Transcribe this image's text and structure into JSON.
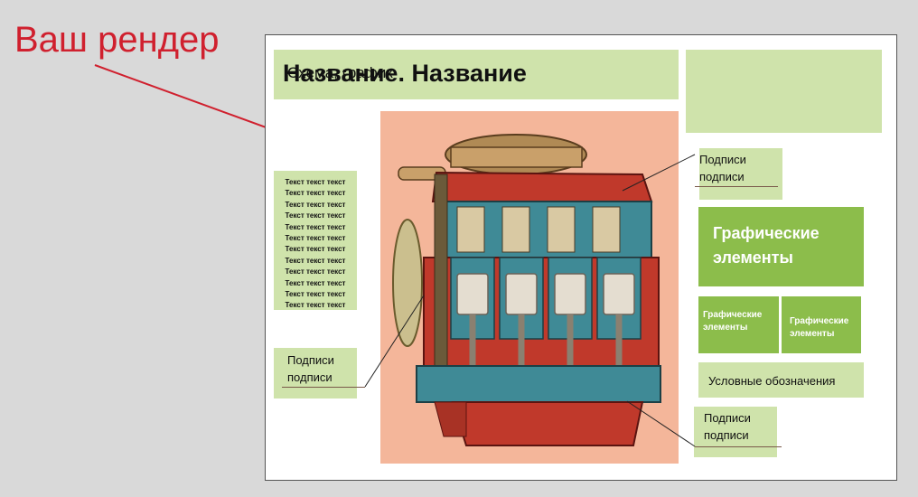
{
  "callout": {
    "text": "Ваш рендер",
    "color": "#d0202e"
  },
  "sheet": {
    "title": "Название. Название",
    "scheme": "Схема, график",
    "body_lines": [
      "Текст текст текст",
      "Текст текст текст",
      "Текст текст текст",
      "Текст текст текст",
      "Текст текст текст",
      "Текст текст текст",
      "Текст текст текст",
      "Текст текст текст",
      "Текст текст текст",
      "Текст текст текст",
      "Текст текст текст",
      "Текст текст текст"
    ],
    "captions": {
      "left": [
        "Подписи",
        "подписи"
      ],
      "top_right": [
        "Подписи",
        "подписи"
      ],
      "bottom_right": [
        "Подписи",
        "подписи"
      ]
    },
    "graphic_big": "Графические элементы",
    "graphic_small_1": "Графические элементы",
    "graphic_small_2": "Графические элементы",
    "legend": "Условные обозначения",
    "colors": {
      "box": "#cfe3ab",
      "graphic": "#8cbd4b",
      "engine_bg": "#f4b69a"
    }
  }
}
